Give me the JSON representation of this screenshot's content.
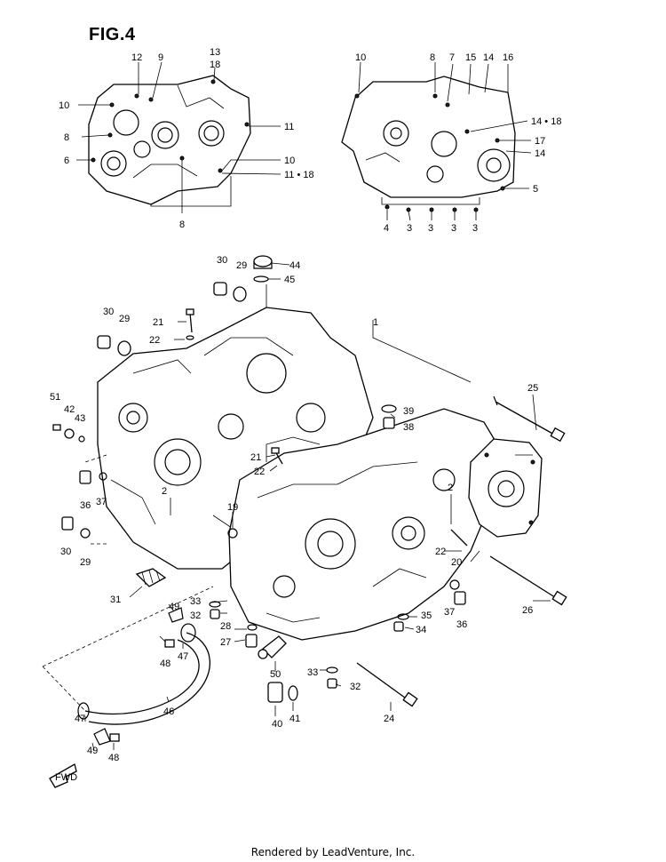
{
  "figure": {
    "title": "FIG.4"
  },
  "footer": {
    "text": "Rendered by LeadVenture, Inc."
  },
  "icons": {
    "forward_arrow": "fwd-arrow-icon",
    "forward_label": "FWD"
  },
  "callouts": {
    "top_left": [
      "12",
      "9",
      "13",
      "18",
      "10",
      "11",
      "8",
      "10",
      "6",
      "11 • 18",
      "8"
    ],
    "top_right": [
      "10",
      "8",
      "7",
      "15",
      "14",
      "16",
      "14 • 18",
      "17",
      "14",
      "5",
      "4",
      "3",
      "3",
      "3",
      "3"
    ],
    "main": [
      "30",
      "29",
      "44",
      "45",
      "30",
      "29",
      "21",
      "22",
      "1",
      "25",
      "51",
      "42",
      "43",
      "39",
      "38",
      "36",
      "37",
      "21",
      "22",
      "2",
      "2",
      "19",
      "30",
      "29",
      "20",
      "22",
      "31",
      "33",
      "32",
      "37",
      "36",
      "26",
      "49",
      "35",
      "34",
      "47",
      "48",
      "28",
      "27",
      "50",
      "33",
      "32",
      "47",
      "46",
      "40",
      "41",
      "24",
      "49",
      "48"
    ]
  }
}
